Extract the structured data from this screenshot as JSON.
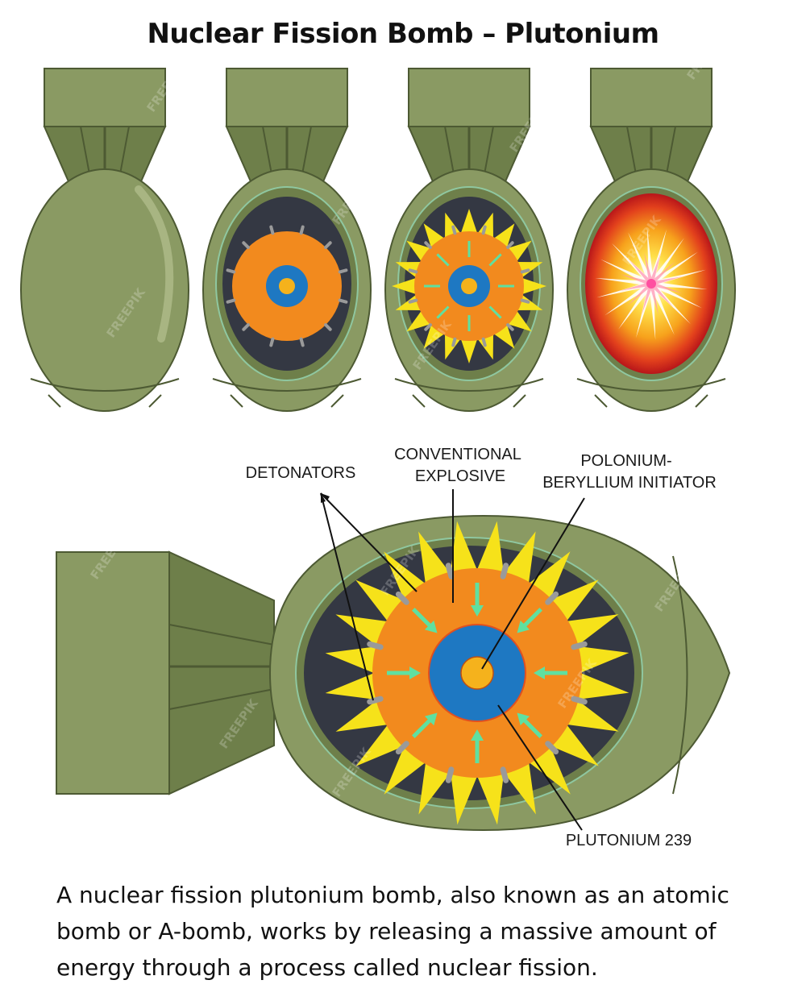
{
  "title": "Nuclear Fission Bomb – Plutonium",
  "labels": {
    "detonators": "DETONATORS",
    "explosive_line1": "CONVENTIONAL",
    "explosive_line2": "EXPLOSIVE",
    "initiator_line1": "POLONIUM-",
    "initiator_line2": "BERYLLIUM INITIATOR",
    "plutonium": "PLUTONIUM 239"
  },
  "watermark": "FREEPIK",
  "caption": "A nuclear fission plutonium bomb, also known as an atomic bomb or A-bomb, works by releasing a massive amount of energy through a process called nuclear fission.",
  "colors": {
    "casing": "#8a9a63",
    "casing_dark": "#6e7f4a",
    "casing_light": "#a8b582",
    "outline": "#4d5a33",
    "chamber": "#343843",
    "explosive": "#f28a1e",
    "plutonium": "#1e78c2",
    "initiator": "#f5b21c",
    "spikes": "#f6e21a",
    "arrows": "#5fe0a0",
    "detonators": "#9a9a9a",
    "blast_outer": "#c8201a",
    "blast_mid": "#f7a21c",
    "blast_core": "#ffffff"
  }
}
